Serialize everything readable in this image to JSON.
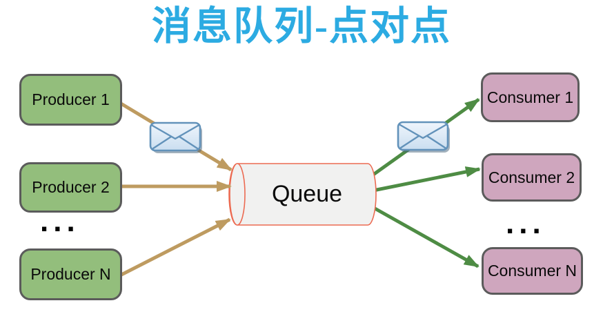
{
  "title": {
    "text": "消息队列-点对点"
  },
  "diagram": {
    "producers": [
      {
        "label": "Producer 1"
      },
      {
        "label": "Producer 2"
      },
      {
        "label": "Producer N"
      }
    ],
    "producers_ellipsis": "...",
    "queue": {
      "label": "Queue"
    },
    "consumers": [
      {
        "label": "Consumer 1"
      },
      {
        "label": "Consumer 2"
      },
      {
        "label": "Consumer N"
      }
    ],
    "consumers_ellipsis": "...",
    "edges": [
      {
        "from": "Producer 1",
        "to": "Queue"
      },
      {
        "from": "Producer 2",
        "to": "Queue"
      },
      {
        "from": "Producer N",
        "to": "Queue"
      },
      {
        "from": "Queue",
        "to": "Consumer 1"
      },
      {
        "from": "Queue",
        "to": "Consumer 2"
      },
      {
        "from": "Queue",
        "to": "Consumer N"
      }
    ],
    "icons": [
      {
        "name": "envelope-icon"
      },
      {
        "name": "envelope-icon"
      }
    ]
  },
  "colors": {
    "title_blue": "#2CABE2",
    "producer_fill": "#93BE7C",
    "consumer_fill": "#CFA6BE",
    "box_border": "#5B5B5B",
    "queue_fill": "#F1F1F0",
    "queue_stroke": "#EC6A51",
    "arrow_tan": "#BE9B60",
    "arrow_green": "#4E8C44",
    "envelope_stroke": "#6292BA",
    "envelope_fill_top": "#EFF5FC",
    "envelope_fill_bottom": "#CADEF0",
    "text_color": "#0A0A0A"
  }
}
